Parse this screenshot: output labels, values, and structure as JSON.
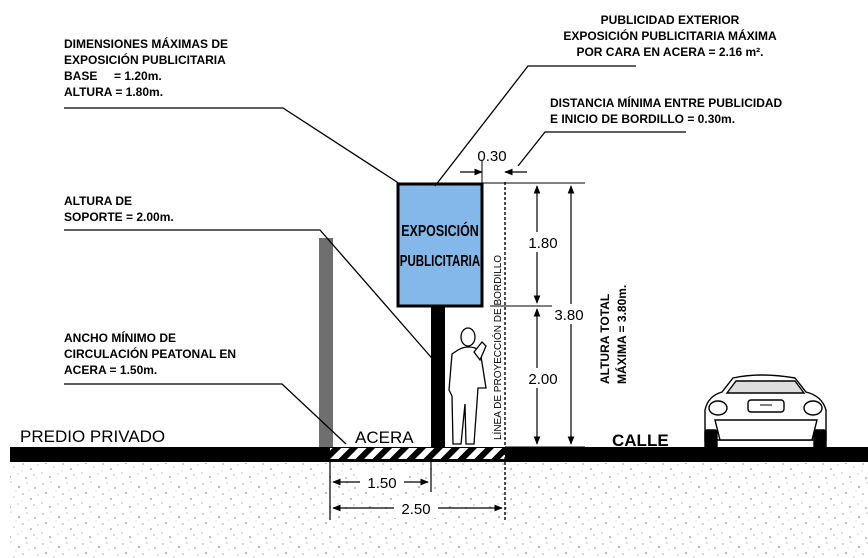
{
  "labels": {
    "max_dimensions": [
      "DIMENSIONES MÁXIMAS DE",
      "EXPOSICIÓN PUBLICITARIA",
      "BASE     = 1.20m.",
      "ALTURA = 1.80m."
    ],
    "outdoor_advertising": [
      "PUBLICIDAD EXTERIOR",
      "EXPOSICIÓN PUBLICITARIA MÁXIMA",
      "POR CARA EN ACERA = 2.16 m²."
    ],
    "min_distance": [
      "DISTANCIA MÍNIMA ENTRE PUBLICIDAD",
      "E INICIO DE BORDILLO = 0.30m."
    ],
    "support_height": [
      "ALTURA DE",
      "SOPORTE = 2.00m."
    ],
    "min_width": [
      "ANCHO MÍNIMO DE",
      "CIRCULACIÓN PEATONAL EN",
      "ACERA = 1.50m."
    ],
    "sign_text": [
      "EXPOSICIÓN",
      "PUBLICITARIA"
    ],
    "curb_line": "LÍNEA DE PROYECCIÓN DE BORDILLO",
    "total_height": [
      "ALTURA TOTAL",
      "MÁXIMA = 3.80m."
    ],
    "private_property": "PREDIO PRIVADO",
    "sidewalk": "ACERA",
    "street": "CALLE"
  },
  "dimensions": {
    "gap": "0.30",
    "sign_height": "1.80",
    "total": "3.80",
    "support": "2.00",
    "walk_width": "1.50",
    "sidewalk_width": "2.50"
  },
  "colors": {
    "sign_fill": "#84b8ea",
    "ground_pattern": "#c9c9c9",
    "post": "#6f6f6f"
  }
}
